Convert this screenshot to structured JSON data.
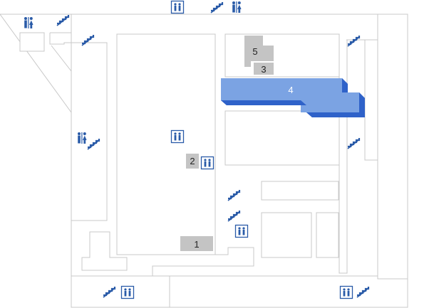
{
  "colors": {
    "outline": "#c8c8c8",
    "room_fill": "#c4c4c4",
    "highlight_top": "#7ba3e3",
    "highlight_side": "#2f62c9",
    "icon": "#2a5ba8"
  },
  "rooms": [
    {
      "id": "1",
      "label": "1",
      "highlighted": false
    },
    {
      "id": "2",
      "label": "2",
      "highlighted": false
    },
    {
      "id": "3",
      "label": "3",
      "highlighted": false
    },
    {
      "id": "4",
      "label": "4",
      "highlighted": true
    },
    {
      "id": "5",
      "label": "5",
      "highlighted": false
    }
  ],
  "icons": {
    "stairs": "stairs-icon",
    "elevator": "elevator-icon",
    "restroom": "restroom-icon"
  }
}
